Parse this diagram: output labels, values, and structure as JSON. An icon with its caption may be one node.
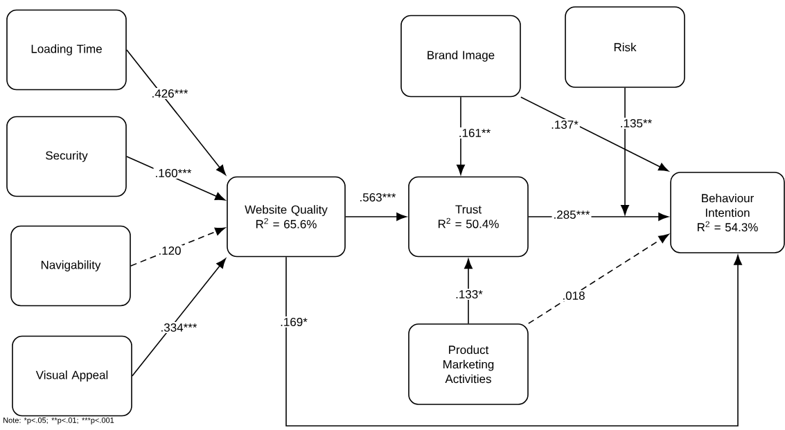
{
  "diagram": {
    "nodes": [
      {
        "text": [
          "Loading Time"
        ]
      },
      {
        "text": [
          "Security"
        ]
      },
      {
        "text": [
          "Navigability"
        ]
      },
      {
        "text": [
          "Visual Appeal"
        ]
      },
      {
        "text": [
          "Website Quality",
          "R$^{2}$ = 65.6%"
        ]
      },
      {
        "text": [
          "Brand Image"
        ]
      },
      {
        "text": [
          "Risk"
        ]
      },
      {
        "text": [
          "Trust",
          "R$^{2}$ = 50.4%"
        ]
      },
      {
        "text": [
          "Behaviour Intention",
          "R$^{2}$ = 54.3%"
        ]
      },
      {
        "text": [
          "Product Marketing Activities"
        ]
      }
    ],
    "edges": [
      {
        "from": 0,
        "to": 4,
        "arrow": "to",
        "label": ".426***"
      },
      {
        "from": 1,
        "to": 4,
        "arrow": "to",
        "label": ".160***"
      },
      {
        "from": 2,
        "to": 4,
        "arrow": "to",
        "label": ".120",
        "style": "dashed"
      },
      {
        "from": 3,
        "to": 4,
        "arrow": "to",
        "label": ".334***"
      },
      {
        "from": 4,
        "to": 7,
        "arrow": "to",
        "label": ".563***"
      },
      {
        "from": 5,
        "to": 7,
        "arrow": "to",
        "label": ".161**"
      },
      {
        "from": 5,
        "to": 8,
        "arrow": "to",
        "label": ".137*"
      },
      {
        "from": 6,
        "to": null,
        "arrow": "to",
        "label": ".135**"
      },
      {
        "from": 7,
        "to": 8,
        "arrow": "to",
        "label": ".285***"
      },
      {
        "from": 9,
        "to": 7,
        "arrow": "to",
        "label": ".133*"
      },
      {
        "from": 9,
        "to": 8,
        "arrow": "to",
        "label": ".018",
        "style": "dashed"
      },
      {
        "from": 4,
        "to": 8,
        "arrow": "to",
        "label": ".169*"
      }
    ],
    "labels": [
      "Note: *p<.05;",
      "**p<.01;",
      "***p<.001"
    ]
  }
}
